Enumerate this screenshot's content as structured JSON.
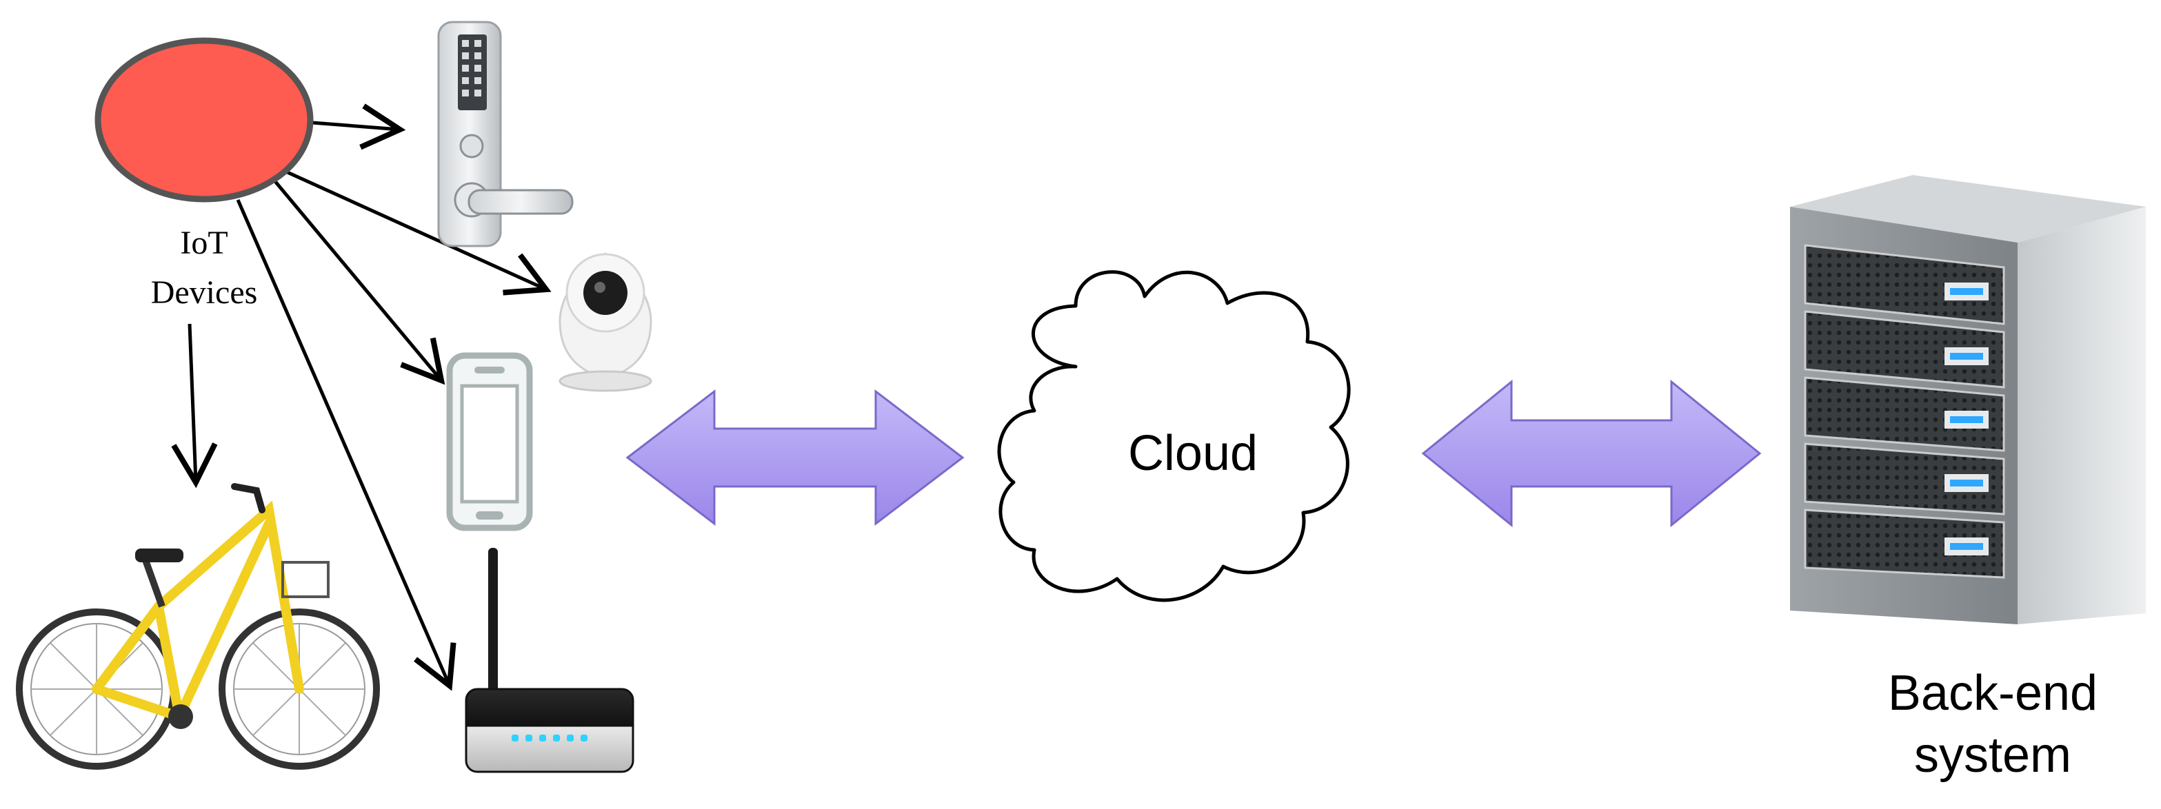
{
  "iot": {
    "label_line1": "IoT",
    "label_line2": "Devices"
  },
  "cloud": {
    "label": "Cloud"
  },
  "backend": {
    "label_line1": "Back-end",
    "label_line2": "system"
  },
  "colors": {
    "iot_node_fill": "#fe5b51",
    "iot_node_stroke": "#555555",
    "double_arrow_fill": "#b09ff3",
    "double_arrow_stroke": "#7a69c9",
    "bike_frame": "#f2d022",
    "server_body": "#8e9397",
    "server_led": "#2fa7ff"
  },
  "devices": [
    {
      "name": "smart-door-lock"
    },
    {
      "name": "security-camera"
    },
    {
      "name": "smartphone"
    },
    {
      "name": "wifi-router"
    },
    {
      "name": "shared-bicycle"
    }
  ]
}
